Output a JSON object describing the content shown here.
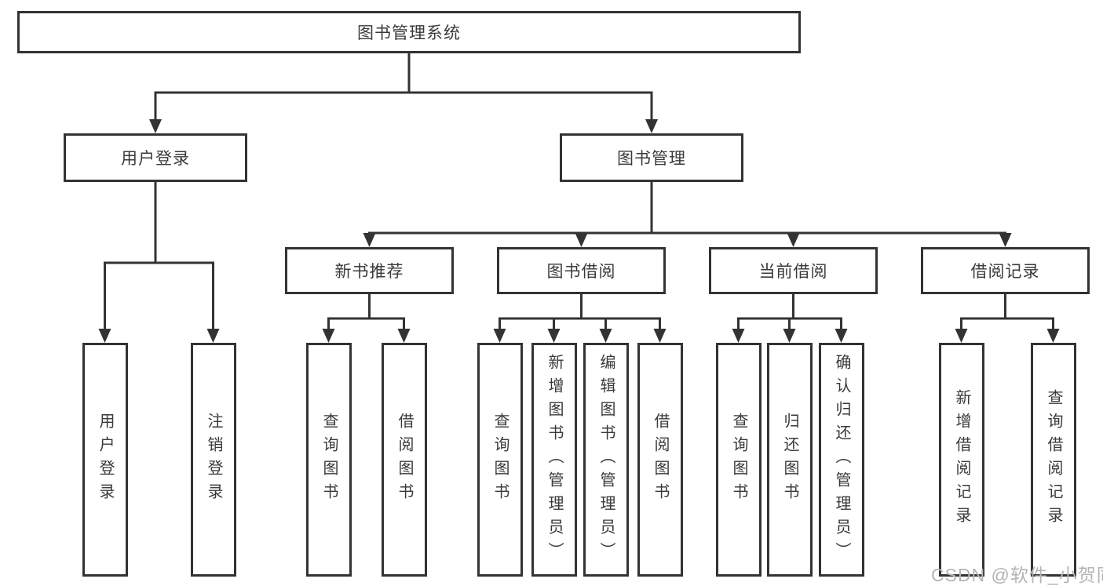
{
  "diagram_type": "hierarchy-tree",
  "tree": {
    "label": "图书管理系统",
    "children": [
      {
        "label": "用户登录",
        "children": [
          {
            "label": "用户登录"
          },
          {
            "label": "注销登录"
          }
        ]
      },
      {
        "label": "图书管理",
        "children": [
          {
            "label": "新书推荐",
            "children": [
              {
                "label": "查询图书"
              },
              {
                "label": "借阅图书"
              }
            ]
          },
          {
            "label": "图书借阅",
            "children": [
              {
                "label": "查询图书"
              },
              {
                "label": "新增图书（管理员）"
              },
              {
                "label": "编辑图书（管理员）"
              },
              {
                "label": "借阅图书"
              }
            ]
          },
          {
            "label": "当前借阅",
            "children": [
              {
                "label": "查询图书"
              },
              {
                "label": "归还图书"
              },
              {
                "label": "确认归还（管理员）"
              }
            ]
          },
          {
            "label": "借阅记录",
            "children": [
              {
                "label": "新增借阅记录"
              },
              {
                "label": "查询借阅记录"
              }
            ]
          }
        ]
      }
    ]
  },
  "watermark": {
    "text": "CSDN @软件_小贺同学"
  },
  "colors": {
    "line": "#333333",
    "box_border": "#333333",
    "box_fill": "#ffffff",
    "text": "#3a3a3a",
    "watermark": "#b4b4b4",
    "background": "#ffffff"
  }
}
